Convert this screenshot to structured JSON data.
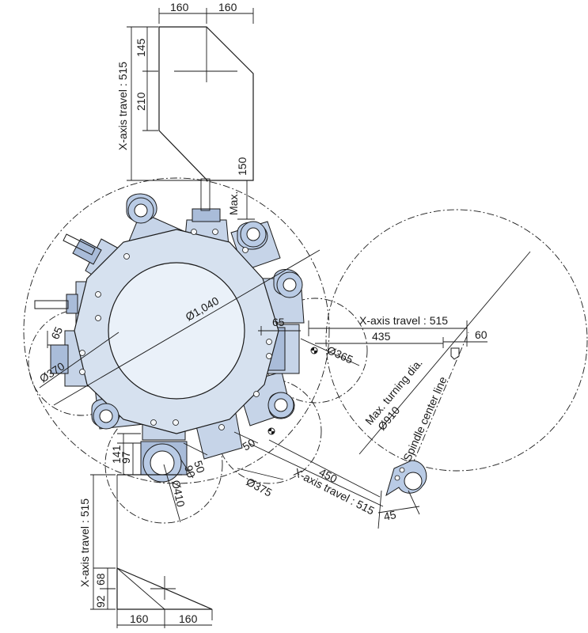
{
  "dimensions": {
    "top_width_left": "160",
    "top_width_right": "160",
    "top_145": "145",
    "top_210": "210",
    "top_x_travel": "X-axis travel : 515",
    "max_label": "Max.",
    "max_150": "150",
    "turret_dia": "Ø1,040",
    "left_65": "65",
    "left_dia": "Ø370",
    "right_65": "65",
    "right_dia": "Ø365",
    "right_x_travel": "X-axis travel : 515",
    "right_435": "435",
    "right_60": "60",
    "max_turning": "Max. turning dia.",
    "turning_dia": "Ø910",
    "spindle_center": "Spindle center line",
    "bottom_97": "97",
    "bottom_141": "141",
    "bottom_50a": "50",
    "bottom_90": "90",
    "bottom_dia_410": "Ø410",
    "bottom_50b": "50",
    "bottom_dia_375": "Ø375",
    "diag_450": "450",
    "diag_x_travel": "X-axis travel : 515",
    "diag_45": "45",
    "bottom_x_travel": "X-axis travel : 515",
    "bottom_68": "68",
    "bottom_92": "92",
    "bottom_width_left": "160",
    "bottom_width_right": "160"
  },
  "colors": {
    "turret_fill": "#d6e1ef",
    "holder_fill": "#c6d4e8",
    "holder_dark": "#a9bcd9",
    "line": "#1a1a1a"
  }
}
